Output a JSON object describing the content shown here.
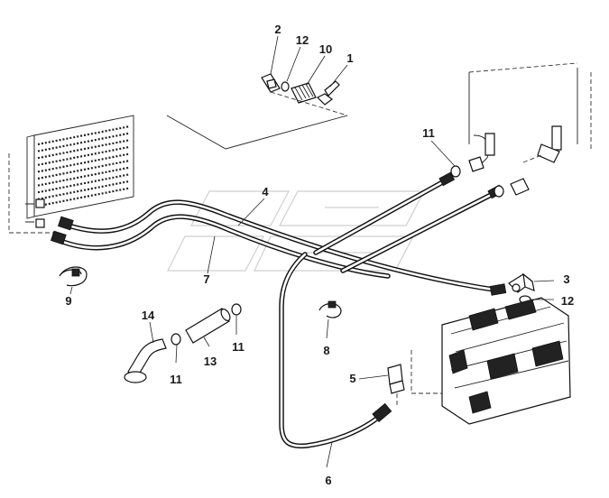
{
  "diagram": {
    "callouts": [
      {
        "id": "c2",
        "text": "2"
      },
      {
        "id": "c12a",
        "text": "12"
      },
      {
        "id": "c10",
        "text": "10"
      },
      {
        "id": "c1",
        "text": "1"
      },
      {
        "id": "c11a",
        "text": "11"
      },
      {
        "id": "c4",
        "text": "4"
      },
      {
        "id": "c7",
        "text": "7"
      },
      {
        "id": "c3",
        "text": "3"
      },
      {
        "id": "c12b",
        "text": "12"
      },
      {
        "id": "c9",
        "text": "9"
      },
      {
        "id": "c14",
        "text": "14"
      },
      {
        "id": "c11b",
        "text": "11"
      },
      {
        "id": "c13",
        "text": "13"
      },
      {
        "id": "c11c",
        "text": "11"
      },
      {
        "id": "c8",
        "text": "8"
      },
      {
        "id": "c5",
        "text": "5"
      },
      {
        "id": "c6",
        "text": "6"
      }
    ],
    "colors": {
      "line": "#111111",
      "background": "#ffffff",
      "watermark": "#cfcfcf"
    }
  }
}
